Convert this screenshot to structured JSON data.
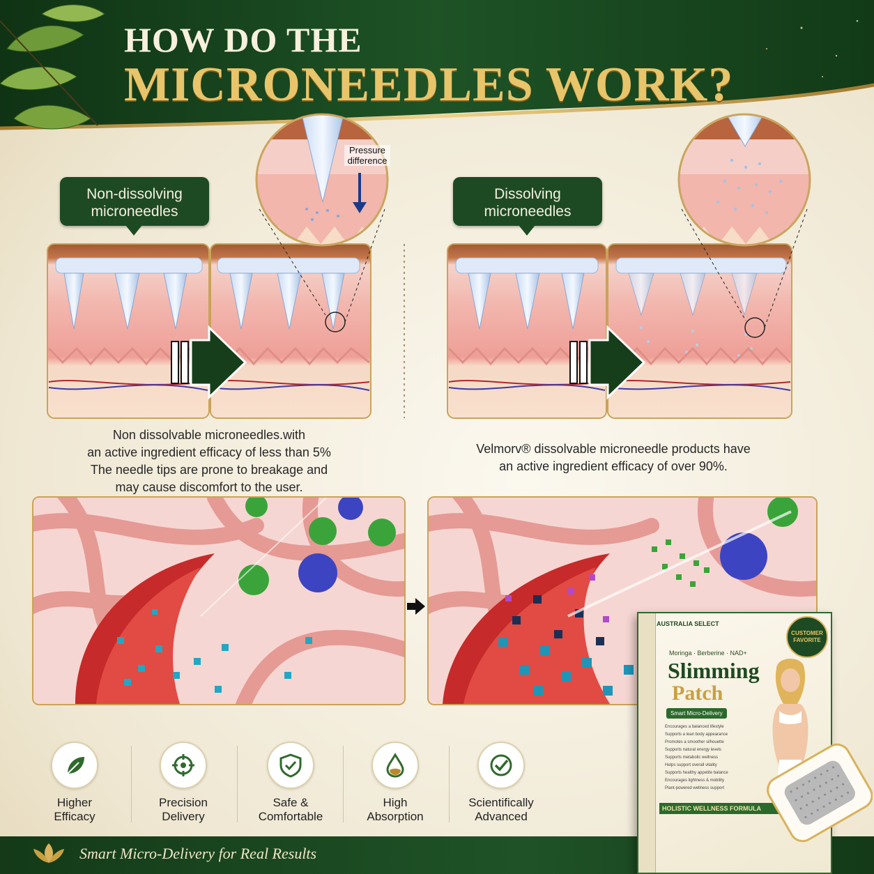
{
  "header": {
    "title_line1": "HOW DO THE",
    "title_line2": "MICRONEEDLES WORK?"
  },
  "left": {
    "callout": "Non-dissolving microneedles",
    "zoom_label": "Pressure difference",
    "description": [
      "Non dissolvable microneedles.with",
      "an active ingredient efficacy of less than 5%",
      "The needle tips are prone to breakage and",
      "may cause discomfort to the user."
    ]
  },
  "right": {
    "callout": "Dissolving microneedles",
    "description": [
      "Velmorv® dissolvable microneedle products have",
      "an active ingredient efficacy of over 90%."
    ]
  },
  "features": [
    {
      "icon": "leaf-icon",
      "label": "Higher Efficacy"
    },
    {
      "icon": "target-icon",
      "label": "Precision Delivery"
    },
    {
      "icon": "shield-check-icon",
      "label": "Safe & Comfortable"
    },
    {
      "icon": "droplet-icon",
      "label": "High Absorption"
    },
    {
      "icon": "check-circle-icon",
      "label": "Scientifically Advanced"
    }
  ],
  "footer": {
    "tagline": "Smart Micro-Delivery for Real Results"
  },
  "product": {
    "flag_text": "AUSTRALIA SELECT",
    "badge": "CUSTOMER FAVORITE",
    "ingredients": "Moringa · Berberine · NAD+",
    "name_line1": "Slimming",
    "name_line2": "Patch",
    "subtitle": "Smart Micro-Delivery",
    "benefits": [
      "Encourages a balanced lifestyle",
      "Supports a lean body appearance",
      "Promotes a smoother silhouette",
      "Supports natural energy levels",
      "Supports metabolic wellness",
      "Helps support overall vitality",
      "Supports healthy appetite balance",
      "Encourages lightness & mobility",
      "Plant-powered wellness support"
    ],
    "formula": "HOLISTIC WELLNESS FORMULA"
  },
  "colors": {
    "forest": "#1d4a22",
    "gold": "#e8c46a",
    "skin": "#f2b9ae"
  }
}
